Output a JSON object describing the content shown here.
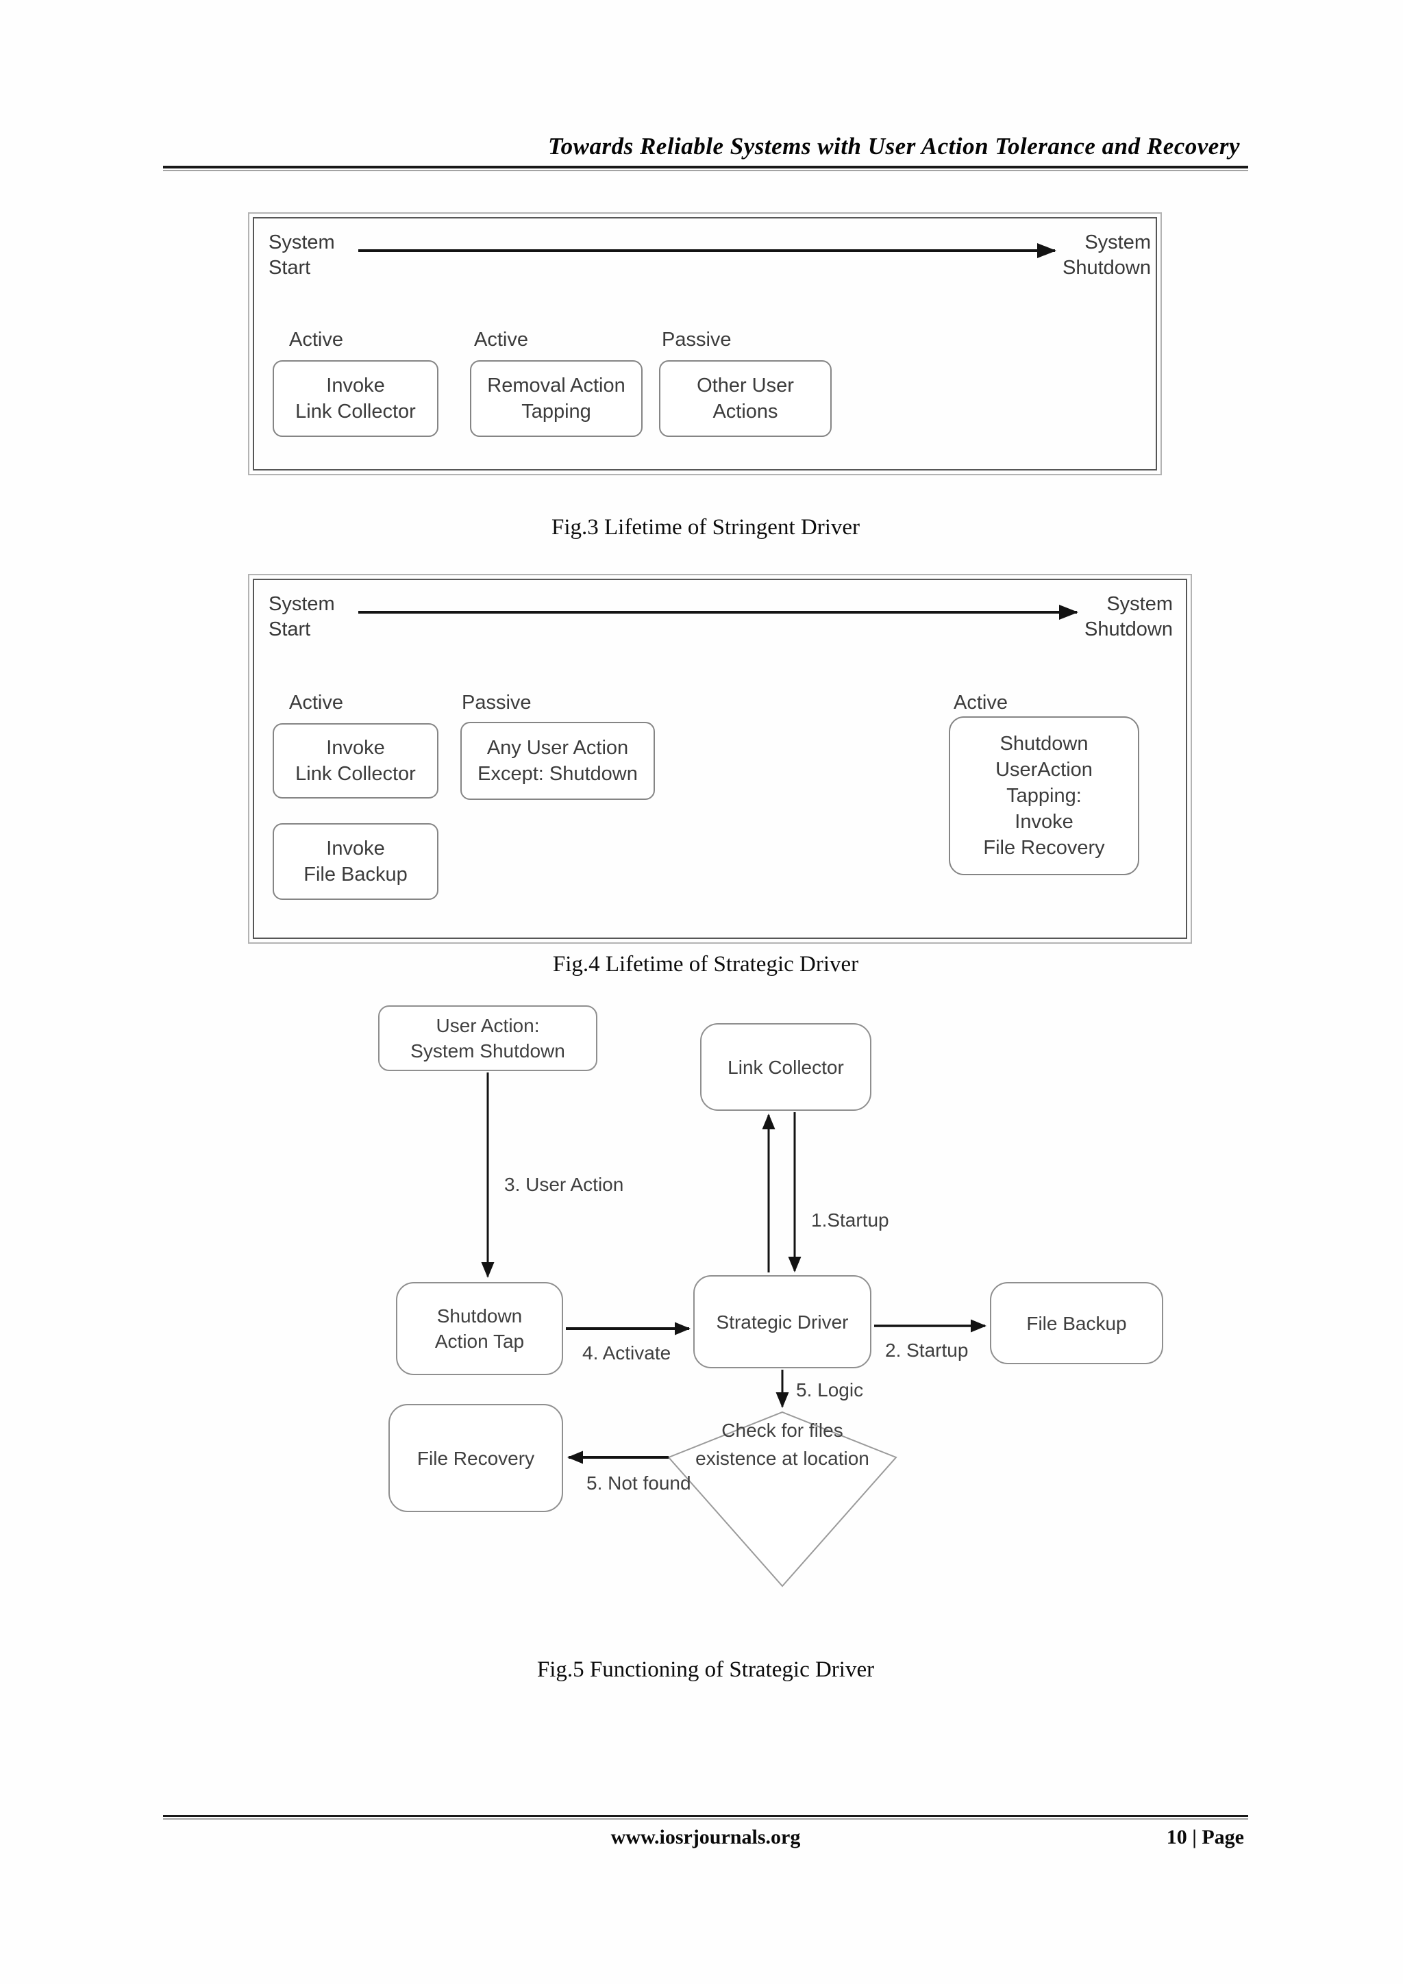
{
  "colors": {
    "ink": "#111111",
    "diagram_text": "#3f3f3f",
    "box_border": "#8a8a8a",
    "frame_outer": "#b3b3b3",
    "frame_inner": "#565656"
  },
  "header": {
    "title": "Towards Reliable Systems with User Action Tolerance and Recovery"
  },
  "fig3": {
    "caption": "Fig.3 Lifetime of Stringent Driver",
    "timeline": {
      "start_line1": "System",
      "start_line2": "Start",
      "end_line1": "System",
      "end_line2": "Shutdown"
    },
    "groups": [
      {
        "label": "Active",
        "line1": "Invoke",
        "line2": "Link Collector"
      },
      {
        "label": "Active",
        "line1": "Removal Action",
        "line2": "Tapping"
      },
      {
        "label": "Passive",
        "line1": "Other User",
        "line2": "Actions"
      }
    ]
  },
  "fig4": {
    "caption": "Fig.4 Lifetime of Strategic Driver",
    "timeline": {
      "start_line1": "System",
      "start_line2": "Start",
      "end_line1": "System",
      "end_line2": "Shutdown"
    },
    "groups": [
      {
        "label": "Active",
        "line1": "Invoke",
        "line2": "Link Collector"
      },
      {
        "label": "Passive",
        "line1": "Any User Action",
        "line2": "Except: Shutdown"
      },
      {
        "label": "Active",
        "line1": "Shutdown",
        "line2": "UserAction",
        "line3": "Tapping:",
        "line4": "Invoke",
        "line5": "File Recovery"
      }
    ],
    "backup_box": {
      "line1": "Invoke",
      "line2": "File Backup"
    }
  },
  "fig5": {
    "caption": "Fig.5 Functioning of Strategic Driver",
    "nodes": {
      "user_action_line1": "User Action:",
      "user_action_line2": "System Shutdown",
      "link_collector": "Link Collector",
      "shutdown_tap_line1": "Shutdown",
      "shutdown_tap_line2": "Action Tap",
      "strategic_driver": "Strategic Driver",
      "file_backup": "File Backup",
      "decision_line1": "Check for files",
      "decision_line2": "existence at location",
      "file_recovery": "File Recovery"
    },
    "edges": {
      "user_action": "3. User Action",
      "startup_collector": "1.Startup",
      "activate": "4. Activate",
      "startup_backup": "2. Startup",
      "logic": "5. Logic",
      "not_found": "5. Not found"
    }
  },
  "footer": {
    "site": "www.iosrjournals.org",
    "page": "10 | Page"
  }
}
